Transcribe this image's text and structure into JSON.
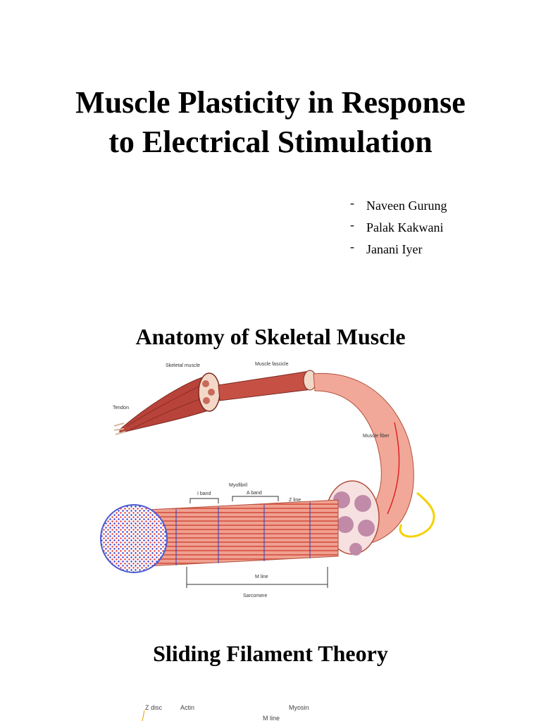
{
  "title": {
    "line1": "Muscle Plasticity in Response",
    "line2": "to Electrical Stimulation"
  },
  "authors": [
    "Naveen Gurung",
    "Palak Kakwani",
    "Janani Iyer"
  ],
  "author_marker": "-",
  "section1": {
    "heading": "Anatomy of Skeletal Muscle",
    "labels": {
      "skeletal_muscle": "Skeletal muscle",
      "muscle_fascicle": "Muscle fascicle",
      "tendon": "Tendon",
      "muscle_fiber": "Muscle fiber",
      "myofibril": "Myofibril",
      "i_band": "I band",
      "a_band": "A band",
      "z_line": "Z line",
      "m_line": "M line",
      "sarcomere": "Sarcomere"
    }
  },
  "section2": {
    "heading": "Sliding Filament Theory",
    "labels": {
      "z_disc": "Z disc",
      "actin": "Actin",
      "myosin": "Myosin",
      "m_line": "M line"
    }
  }
}
